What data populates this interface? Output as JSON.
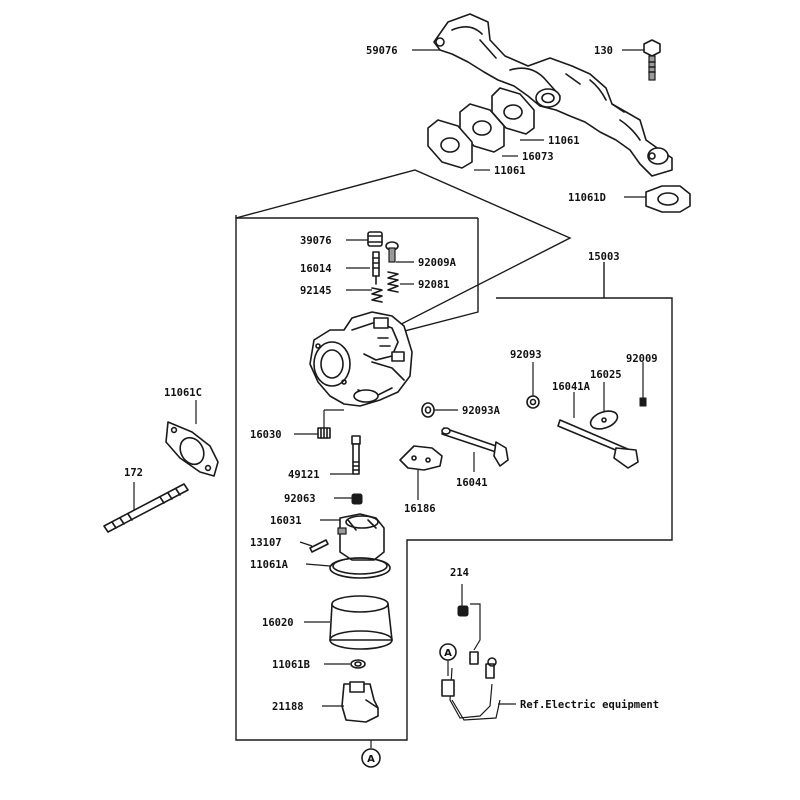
{
  "diagram": {
    "labels": {
      "p59076": "59076",
      "p130": "130",
      "p11061_a": "11061",
      "p16073": "16073",
      "p11061_b": "11061",
      "p11061D": "11061D",
      "p15003": "15003",
      "p39076": "39076",
      "p92009A": "92009A",
      "p16014": "16014",
      "p92145": "92145",
      "p92081": "92081",
      "p92093": "92093",
      "p92009": "92009",
      "p16041A": "16041A",
      "p16025": "16025",
      "p11061C": "11061C",
      "p92093A": "92093A",
      "p16030": "16030",
      "p49121": "49121",
      "p16041": "16041",
      "p16186": "16186",
      "p172": "172",
      "p92063": "92063",
      "p16031": "16031",
      "p13107": "13107",
      "p11061A": "11061A",
      "p214": "214",
      "p16020": "16020",
      "p11061B": "11061B",
      "p21188": "21188",
      "ref_electric": "Ref.Electric equipment",
      "marker_a_top": "A",
      "marker_a_bottom": "A"
    }
  }
}
